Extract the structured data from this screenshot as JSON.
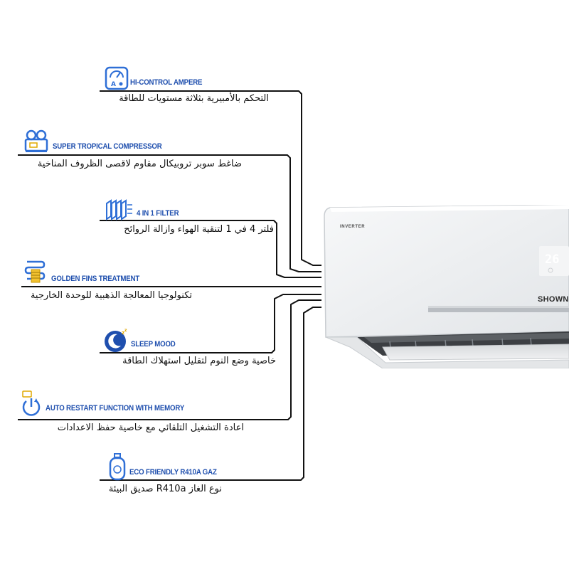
{
  "features": [
    {
      "icon": "ampere-meter-icon",
      "title": "HI-CONTROL AMPERE",
      "description": "التحكم بالأمبيرية بثلاثة مستويات للطاقة"
    },
    {
      "icon": "compressor-icon",
      "title": "SUPER TROPICAL COMPRESSOR",
      "description": "ضاغط سوبر تروبيكال مقاوم لاقصى الظروف المناخية"
    },
    {
      "icon": "filter-layers-icon",
      "title": "4 IN 1 FILTER",
      "description": "فلتر 4 في 1 لتنقية الهواء وازالة الروائح"
    },
    {
      "icon": "golden-fins-icon",
      "title": "GOLDEN FINS TREATMENT",
      "description": "تكنولوجيا المعالجة الذهبية للوحدة الخارجية"
    },
    {
      "icon": "sleep-moon-icon",
      "title": "SLEEP MOOD",
      "description": "خاصية وضع النوم لتقليل استهلاك الطاقة"
    },
    {
      "icon": "auto-restart-icon",
      "title": "AUTO RESTART FUNCTION WITH MEMORY",
      "description": "اعادة التشغيل التلقائي مع خاصية حفظ الاعدادات"
    },
    {
      "icon": "gas-cylinder-icon",
      "title": "ECO FRIENDLY R410A GAZ",
      "description": "نوع الغاز R410a صديق البيئة"
    }
  ],
  "air_conditioner": {
    "inverter_label": "INVERTER",
    "brand_logo": "SHOWNI",
    "display_temperature": "26"
  },
  "colors": {
    "title_blue": "#1f4fae",
    "icon_blue": "#2f6fd6",
    "line_black": "#111111",
    "unit_body": "#eef0f2"
  }
}
